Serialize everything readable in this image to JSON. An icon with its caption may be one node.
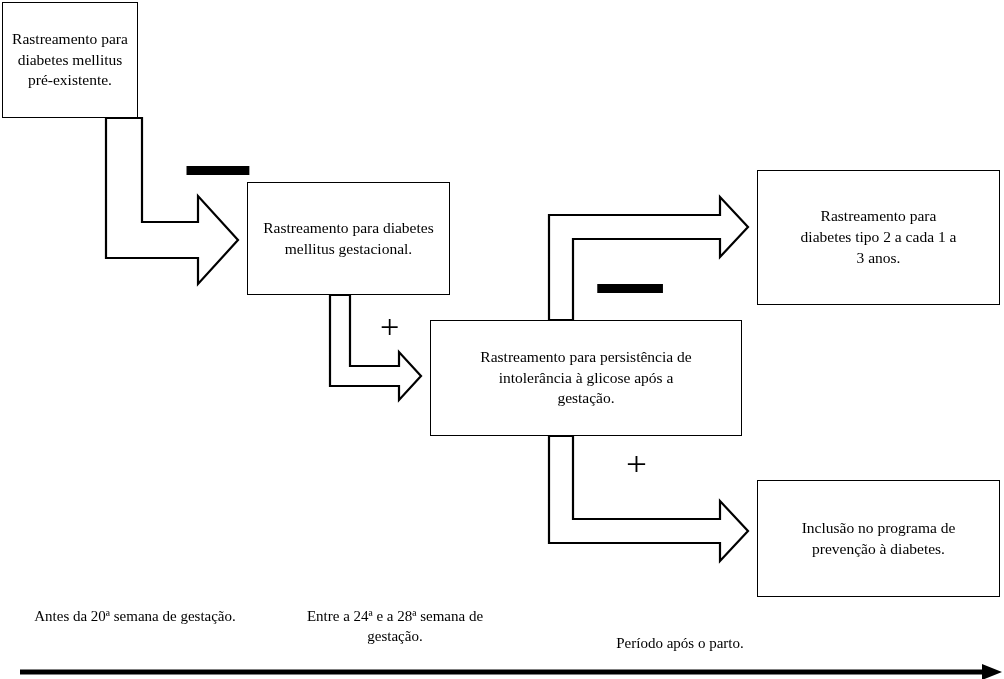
{
  "diagram": {
    "nodes": [
      {
        "text": [
          "Rastreamento para diabetes mellitus pré-existente."
        ]
      },
      {
        "text": [
          "Rastreamento para diabetes mellitus gestacional."
        ]
      },
      {
        "text": [
          "Rastreamento para persistência de intolerância à glicose após a gestação."
        ]
      },
      {
        "text": [
          "Rastreamento para diabetes tipo 2 a cada 1 a 3 anos."
        ]
      },
      {
        "text": [
          "Inclusão no programa de prevenção à diabetes."
        ]
      }
    ],
    "edges": [
      {
        "from": 0,
        "to": 1,
        "arrow": "to",
        "label": "▬"
      },
      {
        "from": 1,
        "to": 2,
        "arrow": "to",
        "label": "+"
      },
      {
        "from": 2,
        "to": 3,
        "arrow": "to",
        "label": "▬"
      },
      {
        "from": 2,
        "to": 4,
        "arrow": "to",
        "label": "+"
      }
    ],
    "labels": [
      "Antes da 20ª semana de gestação.",
      "Entre a 24ª e a 28ª semana de gestação.",
      "Período após o parto."
    ]
  }
}
